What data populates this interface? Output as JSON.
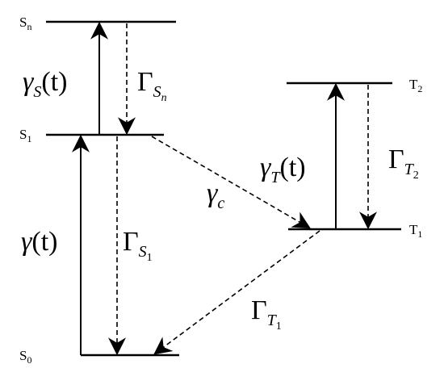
{
  "levels": {
    "sn": {
      "base": "S",
      "sub": "n"
    },
    "s1": {
      "base": "S",
      "sub": "1"
    },
    "s0": {
      "base": "S",
      "sub": "0"
    },
    "t2": {
      "base": "T",
      "sub": "2"
    },
    "t1": {
      "base": "T",
      "sub": "1"
    }
  },
  "rates": {
    "gamma_s": {
      "symbol": "γ",
      "sub": "S",
      "arg": "(t)"
    },
    "Gamma_sn": {
      "symbol": "Γ",
      "sub": "S",
      "subsub": "n"
    },
    "gamma": {
      "symbol": "γ",
      "arg": "(t)"
    },
    "Gamma_s1": {
      "symbol": "Γ",
      "sub": "S",
      "subsub": "1"
    },
    "gamma_c": {
      "symbol": "γ",
      "sub": "c"
    },
    "gamma_t": {
      "symbol": "γ",
      "sub": "T",
      "arg": "(t)"
    },
    "Gamma_t2": {
      "symbol": "Γ",
      "sub": "T",
      "subsub": "2"
    },
    "Gamma_t1": {
      "symbol": "Γ",
      "sub": "T",
      "subsub": "1"
    }
  }
}
